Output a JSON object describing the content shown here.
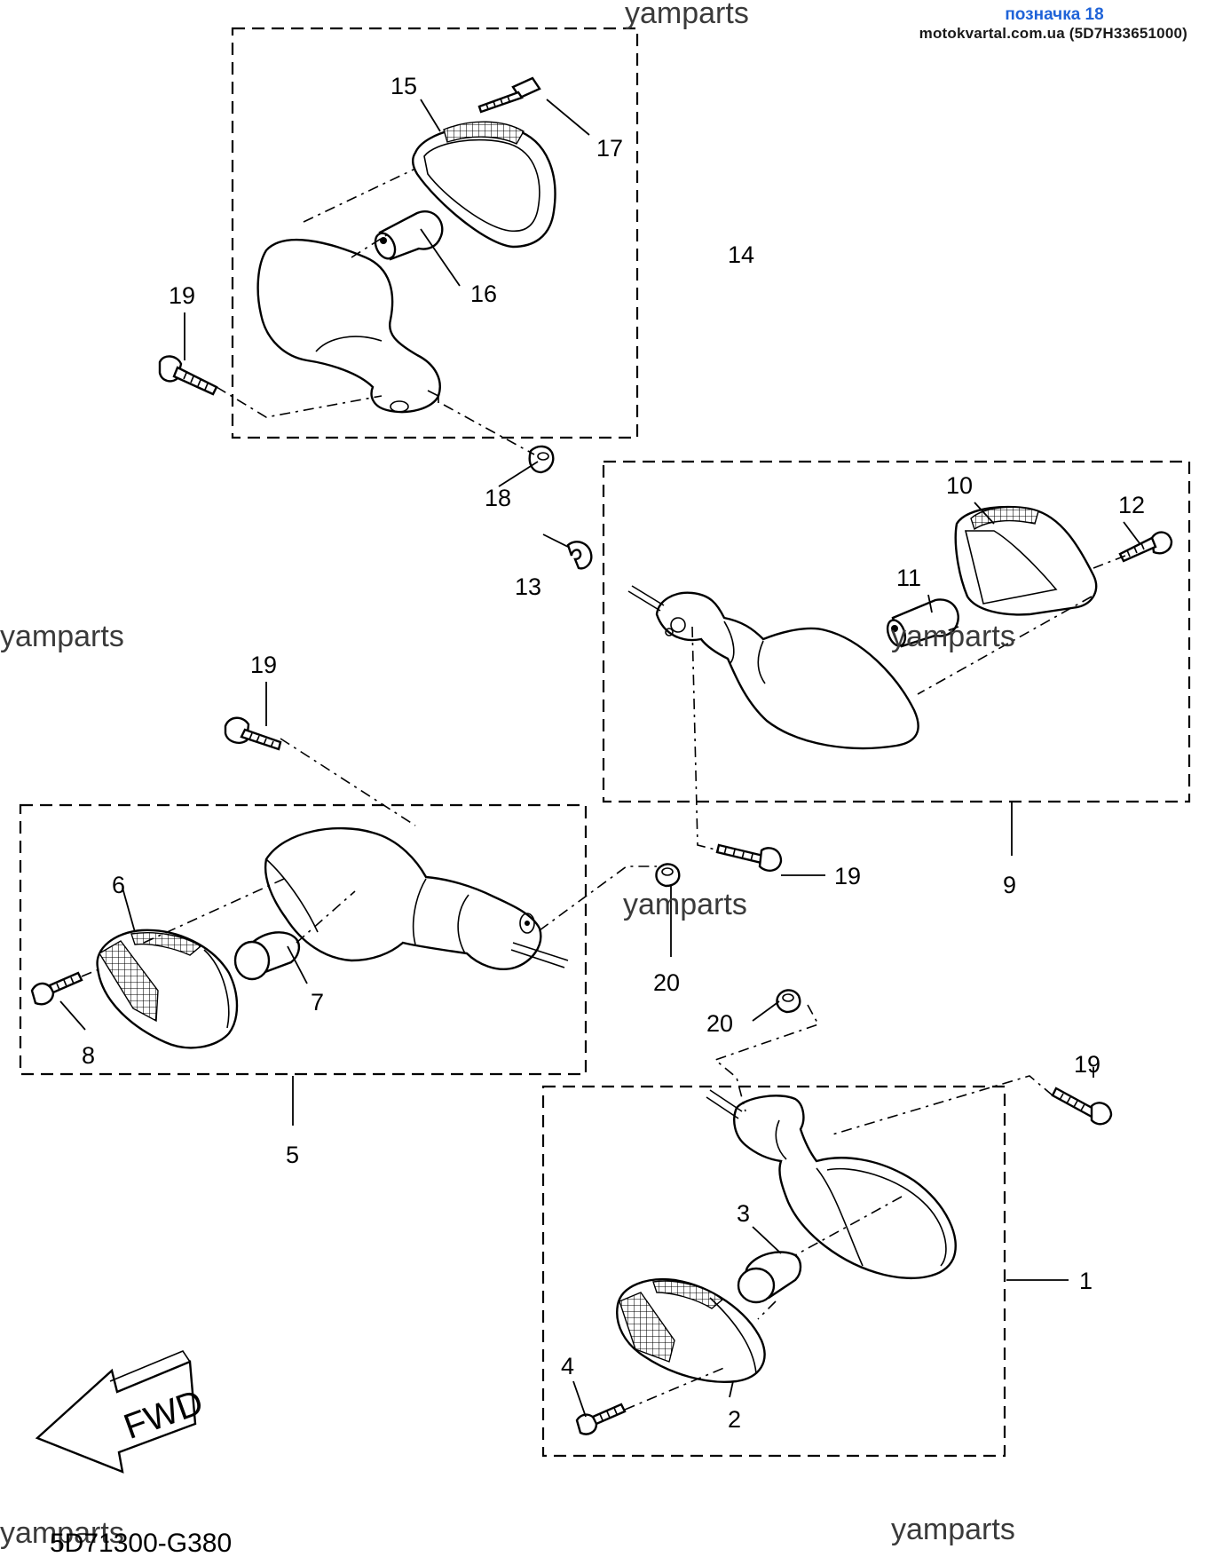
{
  "header": {
    "title": "позначка 18",
    "site": "motokvartal.com.ua (5D7H33651000)"
  },
  "watermarks": [
    "yamparts",
    "yamparts",
    "yamparts",
    "yamparts",
    "yamparts",
    "yamparts"
  ],
  "diagram_code": "5D71300-G380",
  "fwd_label": "FWD",
  "callouts": {
    "c1": "1",
    "c2": "2",
    "c3": "3",
    "c4": "4",
    "c5": "5",
    "c6": "6",
    "c7": "7",
    "c8": "8",
    "c9": "9",
    "c10": "10",
    "c11": "11",
    "c12": "12",
    "c13": "13",
    "c14": "14",
    "c15": "15",
    "c16": "16",
    "c17": "17",
    "c18": "18",
    "c19a": "19",
    "c19b": "19",
    "c19c": "19",
    "c19d": "19",
    "c20a": "20",
    "c20b": "20"
  }
}
